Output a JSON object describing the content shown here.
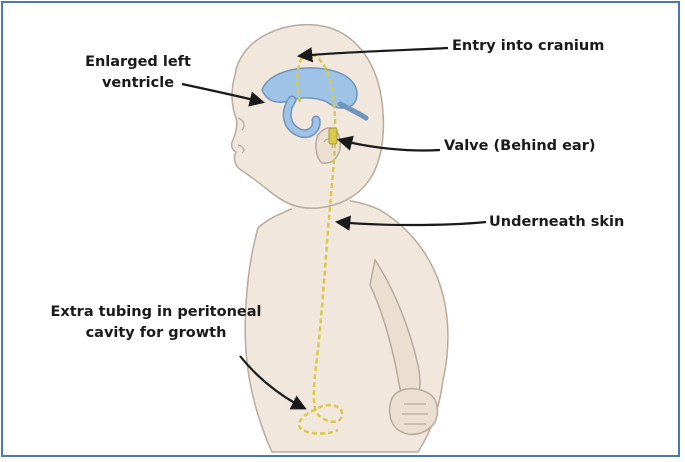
{
  "labels": {
    "ventricle_line1": "Enlarged left",
    "ventricle_line2": "ventricle",
    "cranium": "Entry into cranium",
    "valve": "Valve (Behind ear)",
    "skin": "Underneath skin",
    "tubing_line1": "Extra tubing in peritoneal",
    "tubing_line2": "cavity for growth"
  },
  "colors": {
    "frame": "#4a78b0",
    "skin": "#f1e7dc",
    "outline": "#b7ab9e",
    "ventricle": "#9fc3e6",
    "shunt": "#d9c94a",
    "arrow": "#1a1a1a"
  }
}
